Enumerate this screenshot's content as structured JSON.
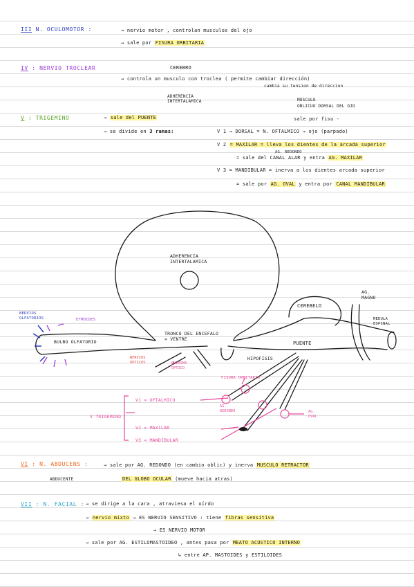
{
  "colors": {
    "ink": "#1a1a1a",
    "blue": "#2b3dbf",
    "purple": "#9a3bd6",
    "green": "#5aa521",
    "orange": "#f06a1f",
    "pink": "#e8459b",
    "teal": "#2aa6c8",
    "highlight": "#fff59a",
    "red": "#e23c3c"
  },
  "s3": {
    "num": "III",
    "title": "N. OCULOMOTOR :",
    "line1_prefix": "→",
    "line1_text": "nervio motor , controlan musculos del ojo",
    "line2_prefix": "→",
    "line2_text": "sale por",
    "line2_hl": "FISURA ORBITARIA"
  },
  "s4": {
    "num": "IV",
    "title": ": NERVIO TROCLEAR",
    "top_label": "CEREBRO",
    "line_prefix": "→",
    "line_text": "controla un musculo con troclea ( permite cambiar dirección)",
    "line_sub": "cambia su tension de direccion",
    "left_note": "ADHERENCIA\nINTERTALAMICA",
    "right_note": "MUSCULO\nOBLICUO DORSAL DEL OJO"
  },
  "s5": {
    "num": "V",
    "title": ": TRIGEMINO",
    "line1_prefix": "→",
    "line1_hl": "sale del PUENTE",
    "line1_right": "sale por fisu -",
    "line2_prefix": "→",
    "line2_text": "se divide en",
    "line2_bold": "3 ramas:",
    "b1_label": "V 1",
    "b1_text": "→ DORSAL = N. OFTALMICO → ojo (parpado)",
    "b2_label": "V 2",
    "b2_text": "= MAXILAR = lleva los dientes de la arcada superior",
    "b2_sub_pre": "= sale del CANAL ALAR",
    "b2_sub_note": "AG. REDONDO",
    "b2_sub_post": "y entra",
    "b2_sub_hl": "AG. MAXILAR",
    "b3_label": "V 3",
    "b3_text": "= MANDIBULAR = inerva a los dientes arcada superior",
    "b3_sub_pre": "= sale por",
    "b3_sub_hl1": "AG. OVAL",
    "b3_sub_mid": "y entra por",
    "b3_sub_hl2": "CANAL MANDIBULAR"
  },
  "diagram": {
    "adherencia": "ADHERENCIA\nINTERTALAMICA",
    "cerebelo": "CEREBELO",
    "ag_magno": "AG.\nMAGNO",
    "medula": "MEDULA\nESPINAL",
    "tronco": "TRONCO DEL ENCEFALO\n= VENTRE",
    "puente": "PUENTE",
    "hipofisis": "HIPOFISIS",
    "nervios_olfat": "NERVIOS\nOLFATORIOS",
    "etmoides": "ETMOIDES",
    "bulbo": "BULBO OLFATORIO",
    "nervios_opticos": "NERVIOS\nOPTICOS",
    "quiasma": "QUIASMA\nOPTICO",
    "fisura": "FISURA ORBITARIA",
    "ag_redondo": "AG.\nREDONDO",
    "ag_oval": "AG.\nOVAL",
    "trigemino": "V TRIGEMINO",
    "v1": "V1 = OFTALMICO",
    "v2": "V2 = MAXILAR",
    "v3": "V3 = MANDIBULAR"
  },
  "s6": {
    "num": "VI",
    "title": ": N. ABDUCENS :",
    "line1_prefix": "→",
    "line1_text": "sale por AG. REDONDO (en cambio oblic) y inerva",
    "line1_hl": "MUSCULO RETRACTOR",
    "line2_left": "ABDUCENTE",
    "line2_hl": "DEL GLOBO OCULAR",
    "line2_text": "(mueve hacia atras)"
  },
  "s7": {
    "num": "VII",
    "title": ": N. FACIAL :",
    "line1_prefix": "→",
    "line1_text": "se dirige a la cara , atraviesa el oírdo",
    "line2_prefix": "→",
    "line2_hl": "nervio mixto",
    "line2_a": "→ ES NERVIO SENSITIVO : tiene",
    "line2_a_hl": "fibras sensitiva",
    "line2_b": "→ ES NERVIO MOTOR",
    "line3_prefix": "→",
    "line3_text": "sale por AG. ESTILOMASTOIDEO , antes pasa por",
    "line3_hl": "MEATO ACUSTICO INTERNO",
    "line4_text": "↳ entre AP. MASTOIDES y ESTILOIDES"
  }
}
